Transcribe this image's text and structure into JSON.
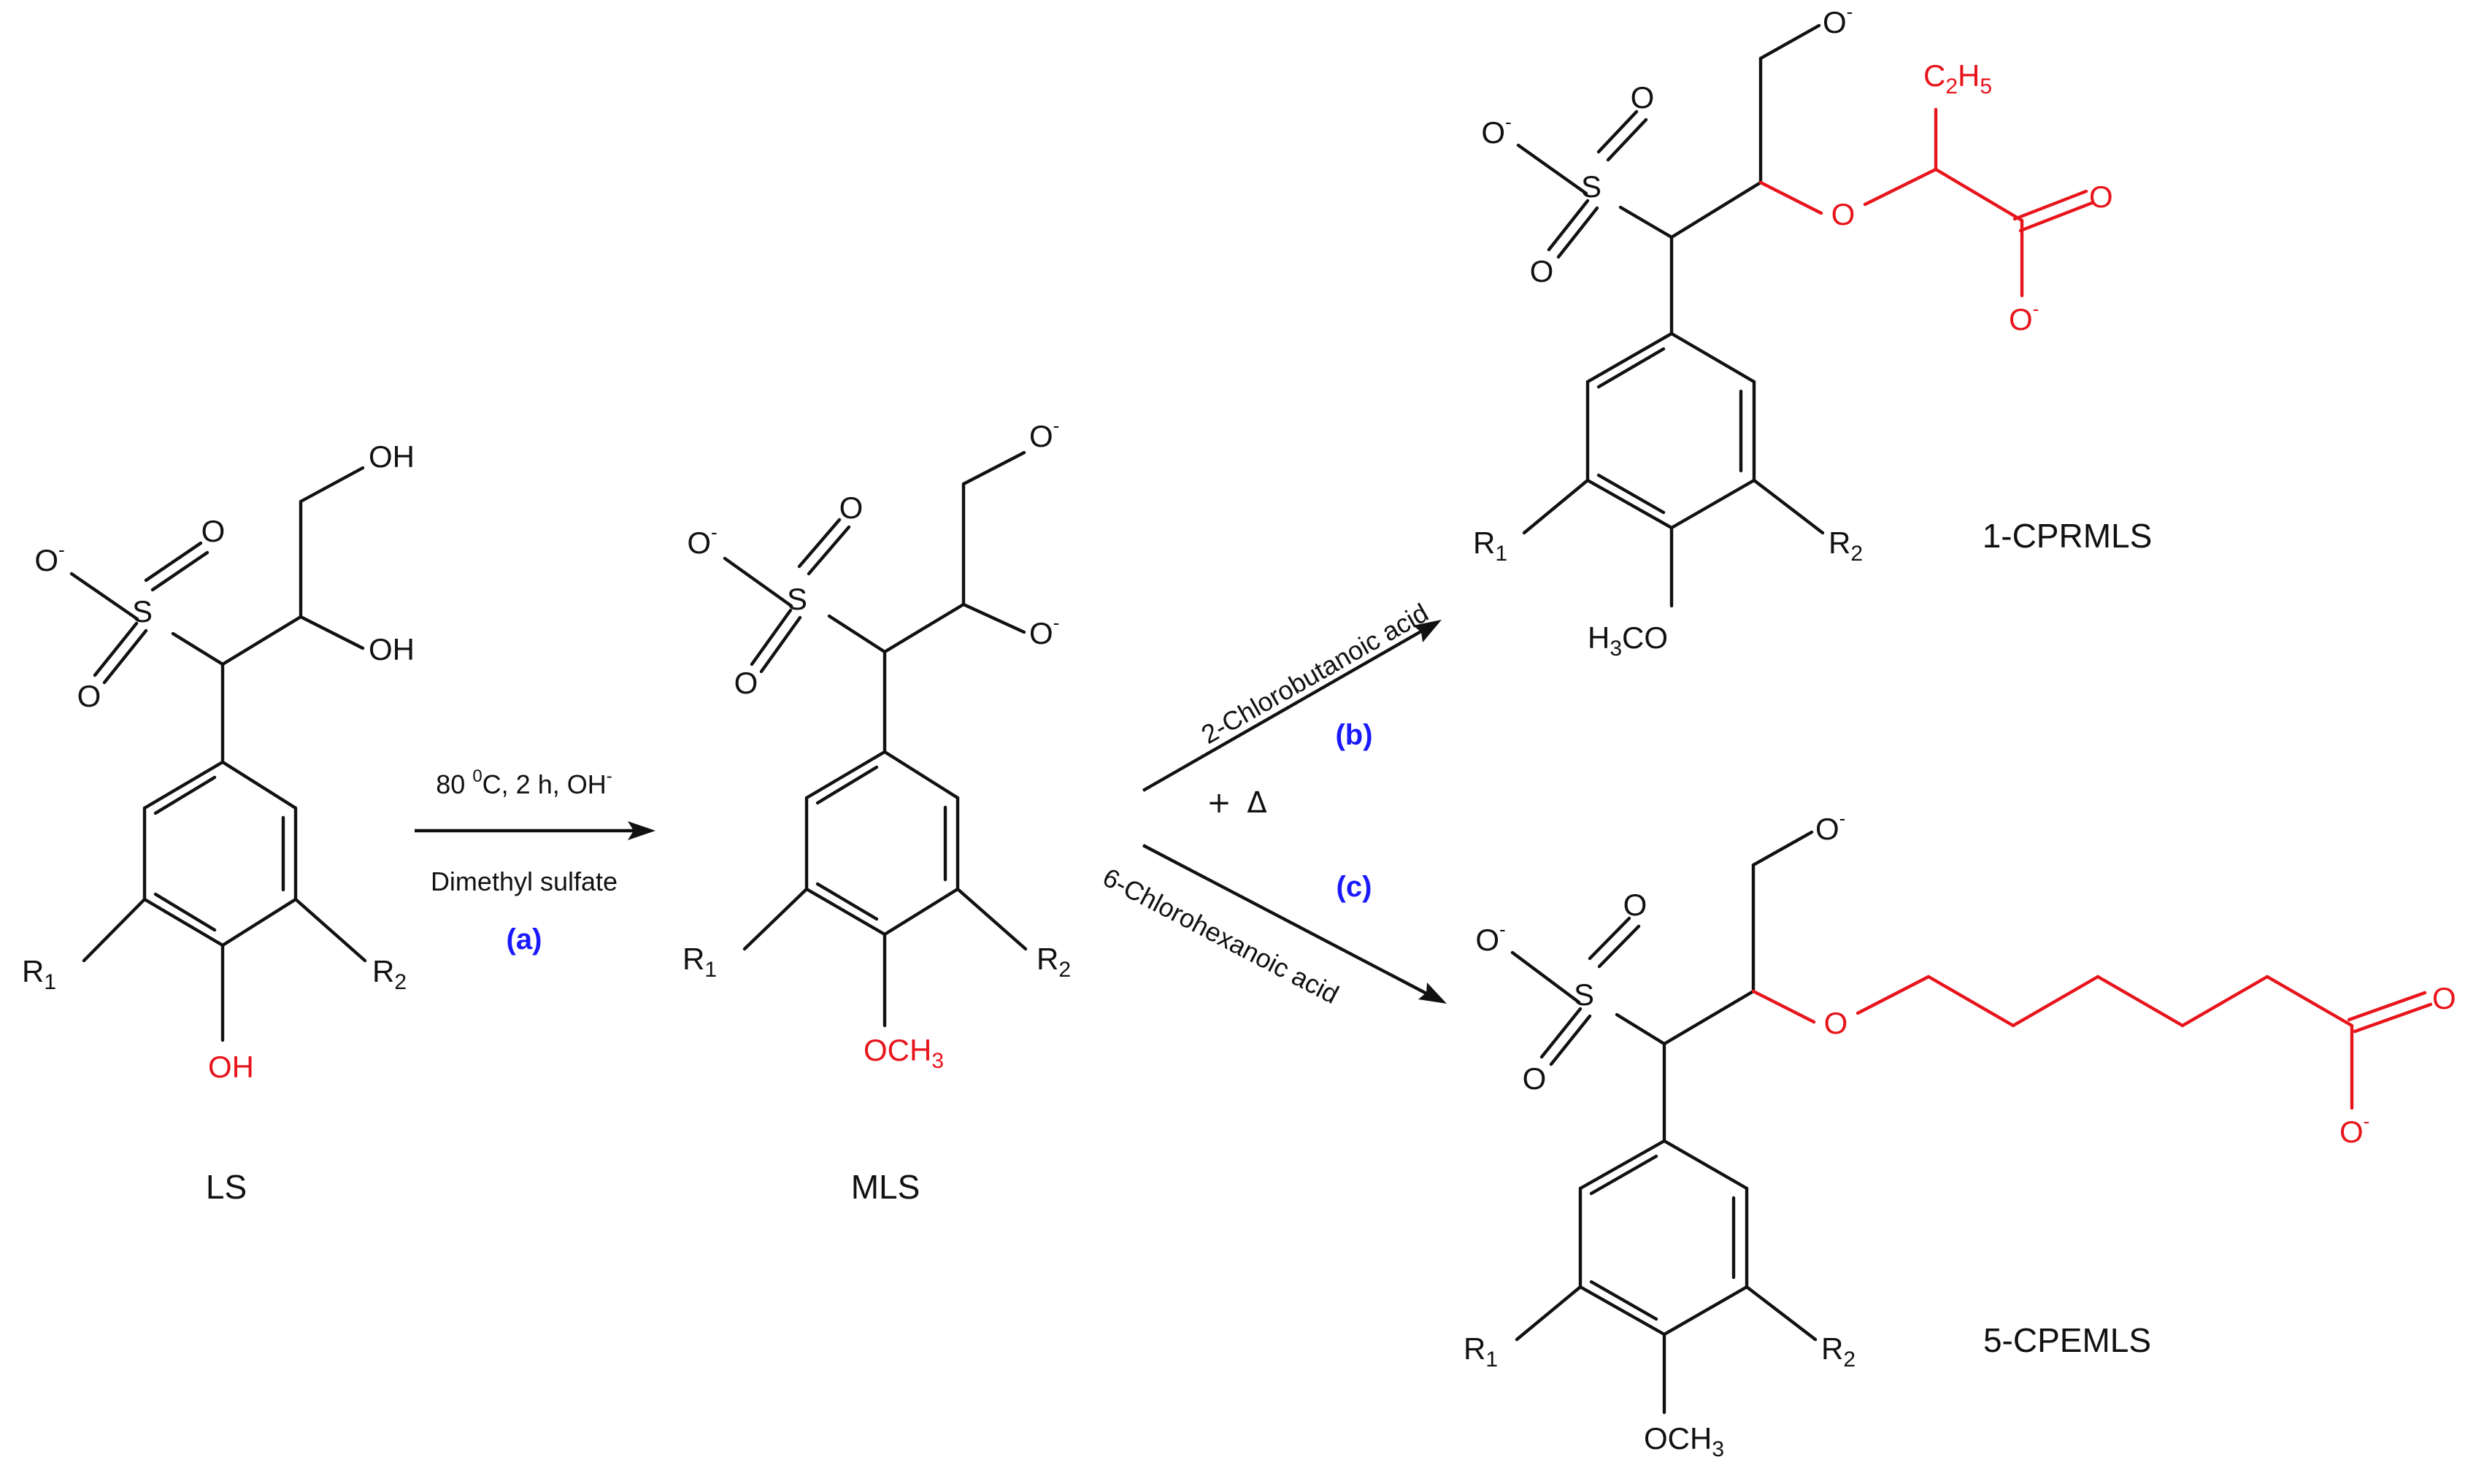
{
  "compounds": {
    "ls": {
      "name": "LS"
    },
    "mls": {
      "name": "MLS"
    },
    "cprmls": {
      "name": "1-CPRMLS"
    },
    "cpemls": {
      "name": "5-CPEMLS"
    }
  },
  "atoms": {
    "o_minus": "O",
    "o": "O",
    "s": "S",
    "oh": "OH",
    "och3_prefix": "OCH",
    "h3co_prefix": "H",
    "h3co_suffix": "CO",
    "sub3": "3",
    "r": "R",
    "sub1": "1",
    "sub2": "2",
    "c2h5_c": "C",
    "c2h5_h": "H",
    "c2h5_sub2": "2",
    "c2h5_sub5": "5",
    "minus": "-"
  },
  "reaction_a": {
    "condition_prefix": "80 ",
    "degree_mark": "0",
    "condition_middle": "C, 2 h, OH",
    "condition_charge": "-",
    "reagent": "Dimethyl sulfate",
    "label": "(a)"
  },
  "reaction_b": {
    "reagent": "2-Chlorobutanoic acid",
    "label": "(b)"
  },
  "reaction_c": {
    "reagent": "6-Chlorohexanoic acid",
    "label": "(c)"
  },
  "shared_conditions": {
    "plus": "+",
    "heat": "Δ"
  },
  "colors": {
    "bond": "#111111",
    "highlight": "#e8141b",
    "step_label": "#1a1aff"
  }
}
